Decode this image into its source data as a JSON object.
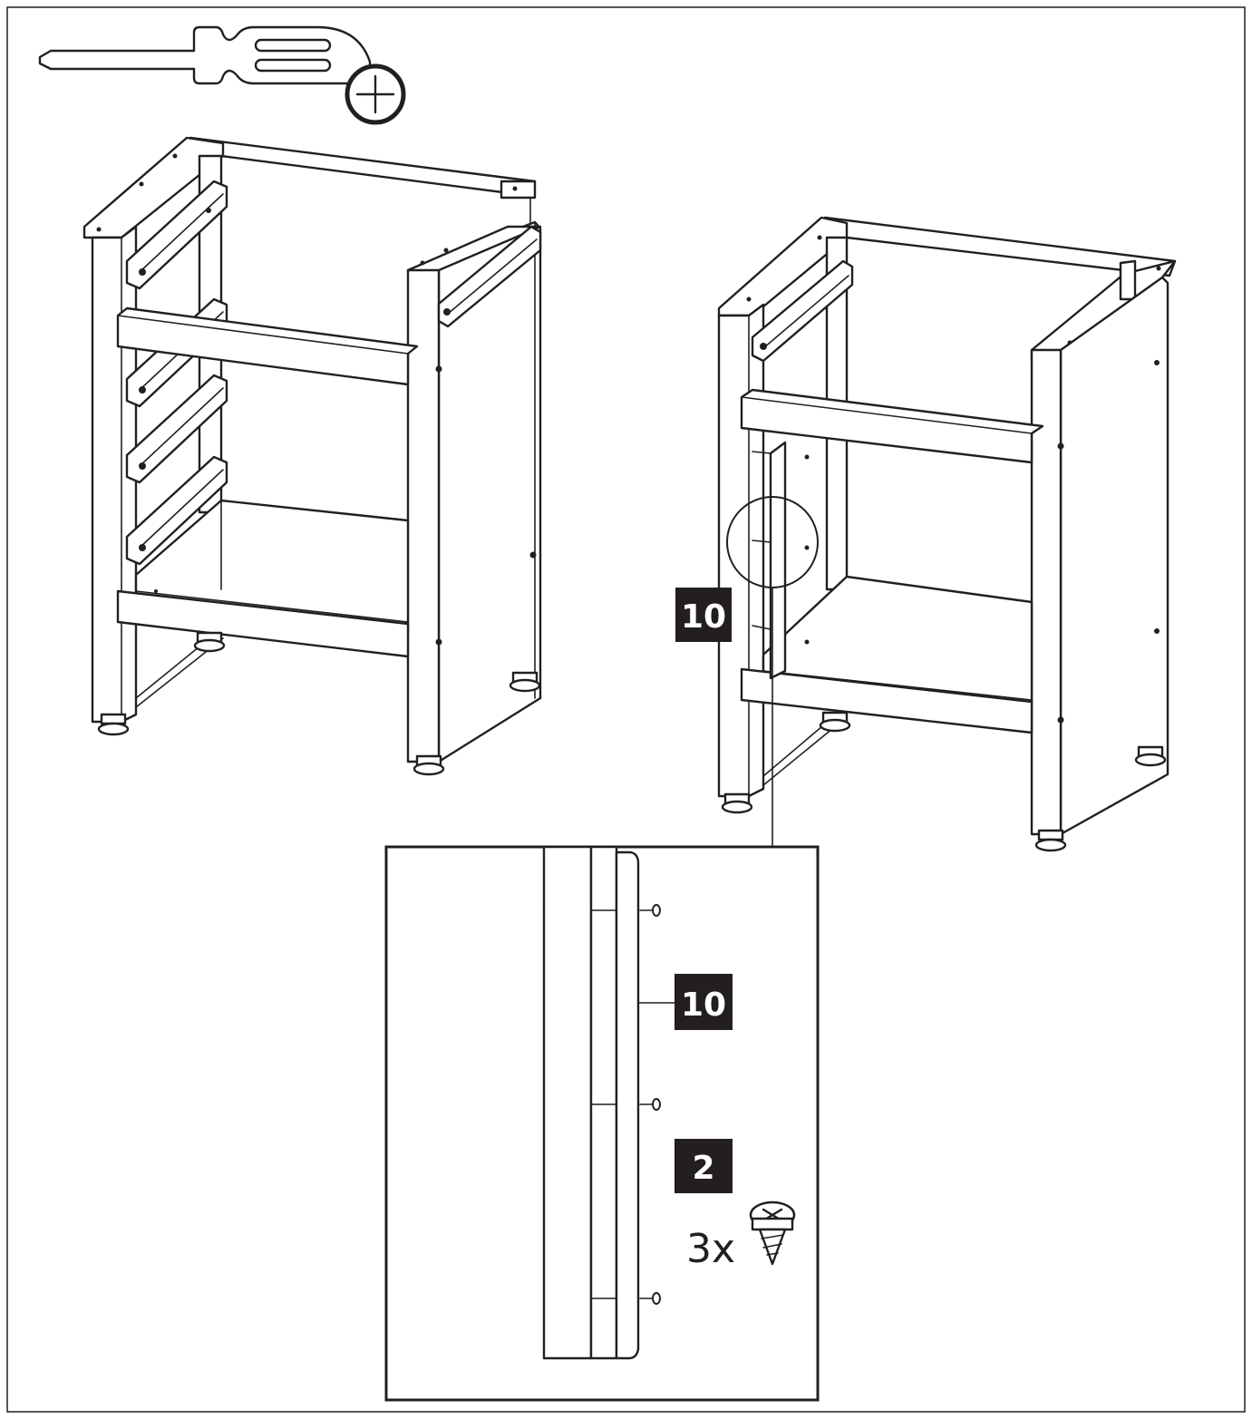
{
  "tool": {
    "icon": "phillips-screwdriver-icon"
  },
  "frame_before": {
    "icon": "cabinet-frame-with-drawer-slides"
  },
  "frame_after": {
    "icon": "cabinet-frame-with-panel-attached"
  },
  "part_tag_main": {
    "label": "10"
  },
  "detail": {
    "panel_tag": {
      "label": "10"
    },
    "screw_tag": {
      "label": "2"
    },
    "screw_qty": {
      "label": "3x"
    },
    "screw_icon": "pan-head-screw-icon"
  }
}
